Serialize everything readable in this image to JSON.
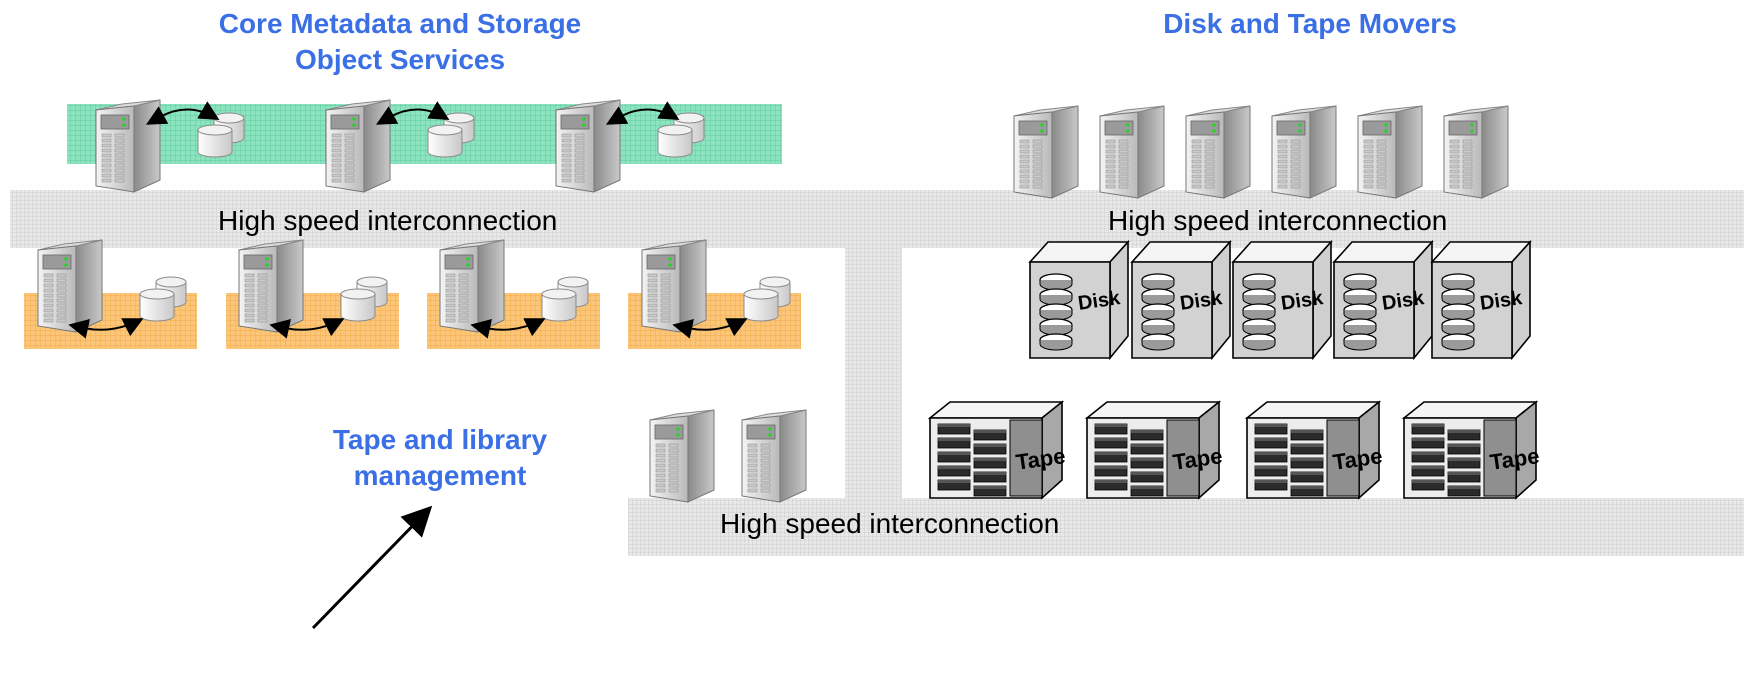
{
  "headings": {
    "core": "Core Metadata and Storage\nObject Services",
    "movers": "Disk and Tape Movers",
    "tape_mgmt": "Tape and library\nmanagement"
  },
  "interconnect_label": "High speed interconnection",
  "device_labels": {
    "disk": "Disk",
    "tape": "Tape"
  },
  "icons": [
    "server-icon",
    "disk-cylinder-icon",
    "disk-array-icon",
    "tape-library-icon",
    "bidirectional-arrow-icon",
    "pointer-arrow"
  ],
  "colors": {
    "heading": "#3b6fe6",
    "core_band": "#5fd4a6",
    "storage_band": "#f7b85a",
    "interconnect": "#d9d9d9"
  }
}
